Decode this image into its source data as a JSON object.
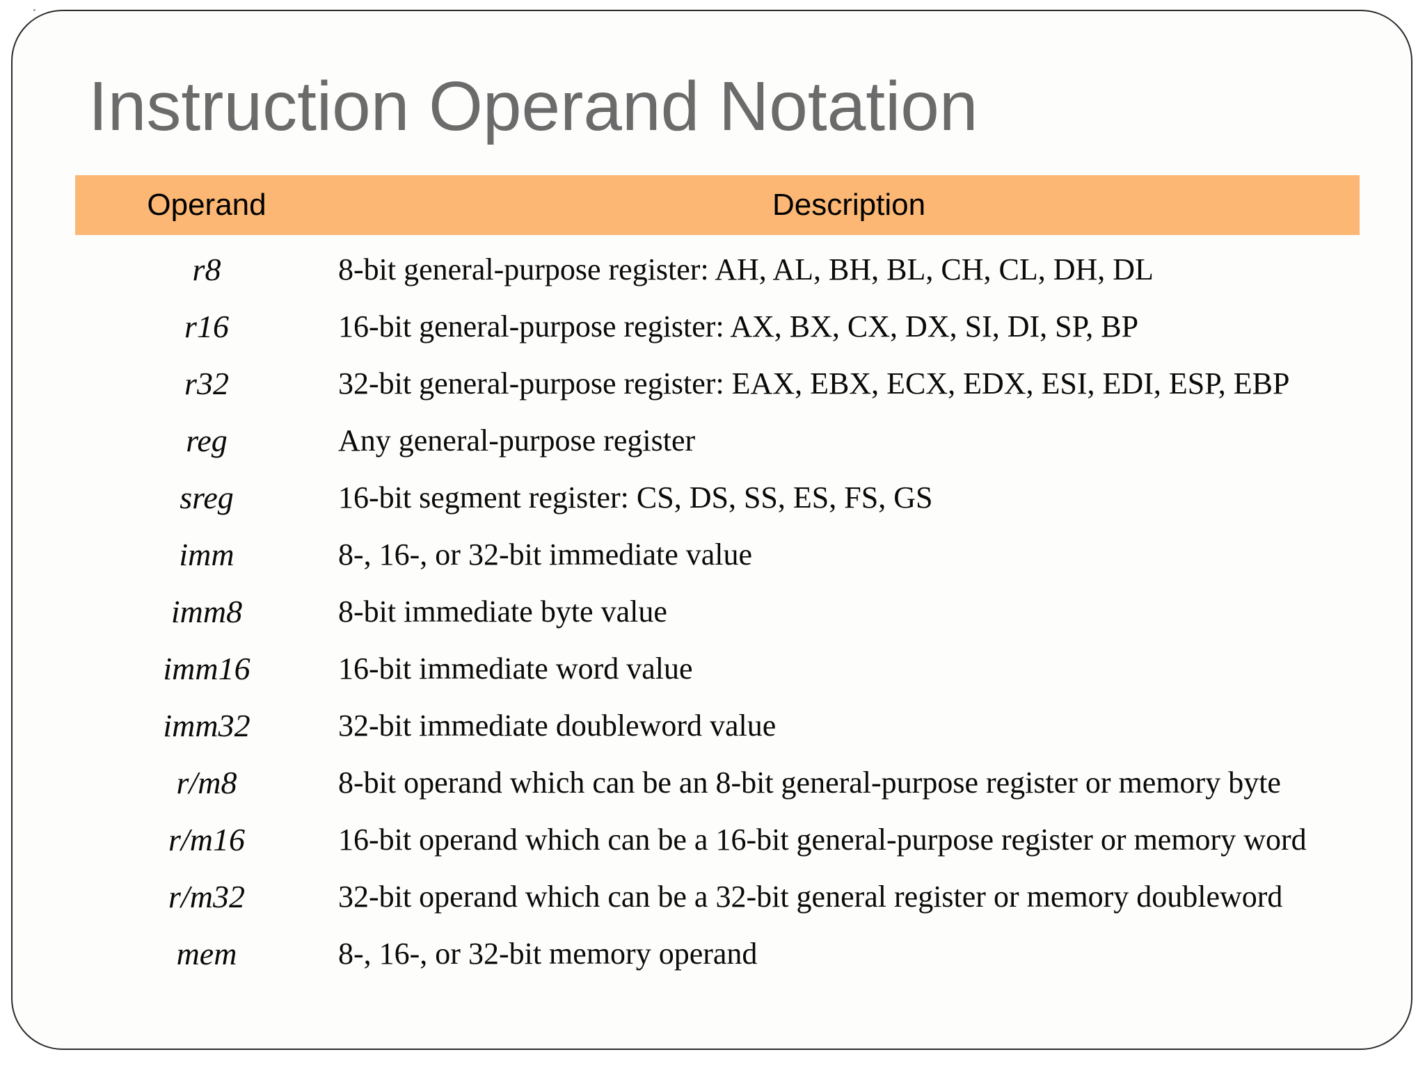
{
  "slide": {
    "title": "Instruction Operand Notation",
    "colors": {
      "header_bg": "#FBB773",
      "title_color": "#6B6B6B",
      "border_color": "#2B2B2B",
      "body_text": "#0A0A0A"
    },
    "table": {
      "headers": {
        "operand": "Operand",
        "description": "Description"
      },
      "rows": [
        {
          "operand": "r8",
          "description": "8-bit general-purpose register: AH, AL, BH, BL, CH, CL, DH, DL"
        },
        {
          "operand": "r16",
          "description": "16-bit general-purpose register: AX, BX, CX, DX, SI, DI, SP, BP"
        },
        {
          "operand": "r32",
          "description": "32-bit general-purpose register: EAX, EBX, ECX, EDX, ESI, EDI, ESP, EBP"
        },
        {
          "operand": "reg",
          "description": "Any general-purpose register"
        },
        {
          "operand": "sreg",
          "description": "16-bit segment register: CS, DS, SS, ES, FS, GS"
        },
        {
          "operand": "imm",
          "description": "8-, 16-, or 32-bit immediate value"
        },
        {
          "operand": "imm8",
          "description": "8-bit immediate byte value"
        },
        {
          "operand": "imm16",
          "description": "16-bit immediate word value"
        },
        {
          "operand": "imm32",
          "description": "32-bit immediate doubleword value"
        },
        {
          "operand": "r/m8",
          "description": "8-bit operand which can be an 8-bit general-purpose register or memory byte"
        },
        {
          "operand": "r/m16",
          "description": "16-bit operand which can be a 16-bit general-purpose register or memory word"
        },
        {
          "operand": "r/m32",
          "description": "32-bit operand which can be a 32-bit general register or memory doubleword"
        },
        {
          "operand": "mem",
          "description": "8-, 16-, or 32-bit memory operand"
        }
      ]
    }
  }
}
